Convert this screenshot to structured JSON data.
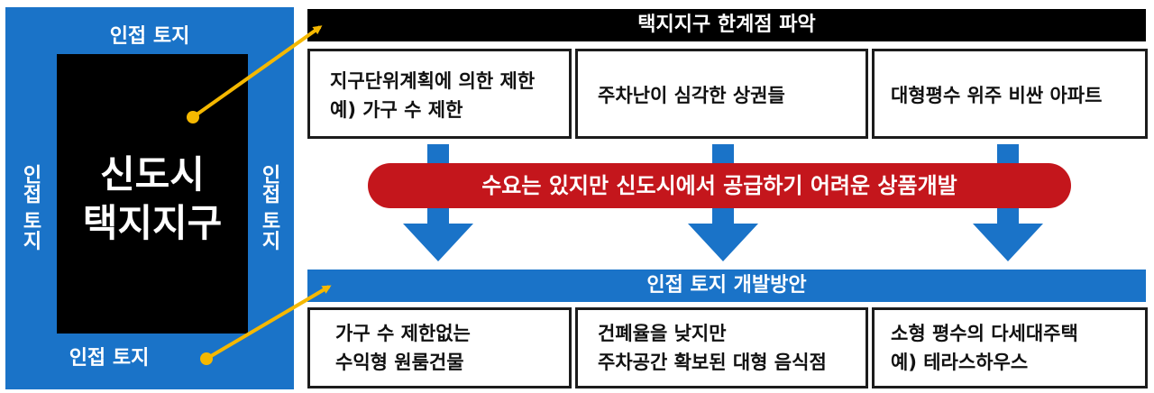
{
  "left": {
    "top_label": "인접 토지",
    "bottom_label": "인접 토지",
    "left_label": "인접 토지",
    "right_label": "인접 토지",
    "core_line1": "신도시",
    "core_line2": "택지지구"
  },
  "top_section": {
    "title": "택지지구 한계점 파악",
    "boxes": [
      {
        "line1": "지구단위계획에 의한 제한",
        "line2": "예) 가구 수 제한"
      },
      {
        "line1": "주차난이 심각한 상권들",
        "line2": ""
      },
      {
        "line1": "대형평수 위주 비싼 아파트",
        "line2": ""
      }
    ]
  },
  "middle_banner": "수요는 있지만 신도시에서 공급하기 어려운 상품개발",
  "bottom_section": {
    "title": "인접 토지 개발방안",
    "boxes": [
      {
        "line1": "가구 수 제한없는",
        "line2": "수익형 원룸건물"
      },
      {
        "line1": "건폐율을 낮지만",
        "line2": "주차공간 확보된 대형 음식점"
      },
      {
        "line1": "소형 평수의 다세대주택",
        "line2": "예) 테라스하우스"
      }
    ]
  },
  "colors": {
    "blue": "#1a73c8",
    "red": "#c4161c",
    "arrow_yellow": "#f5b800",
    "black": "#000000"
  }
}
